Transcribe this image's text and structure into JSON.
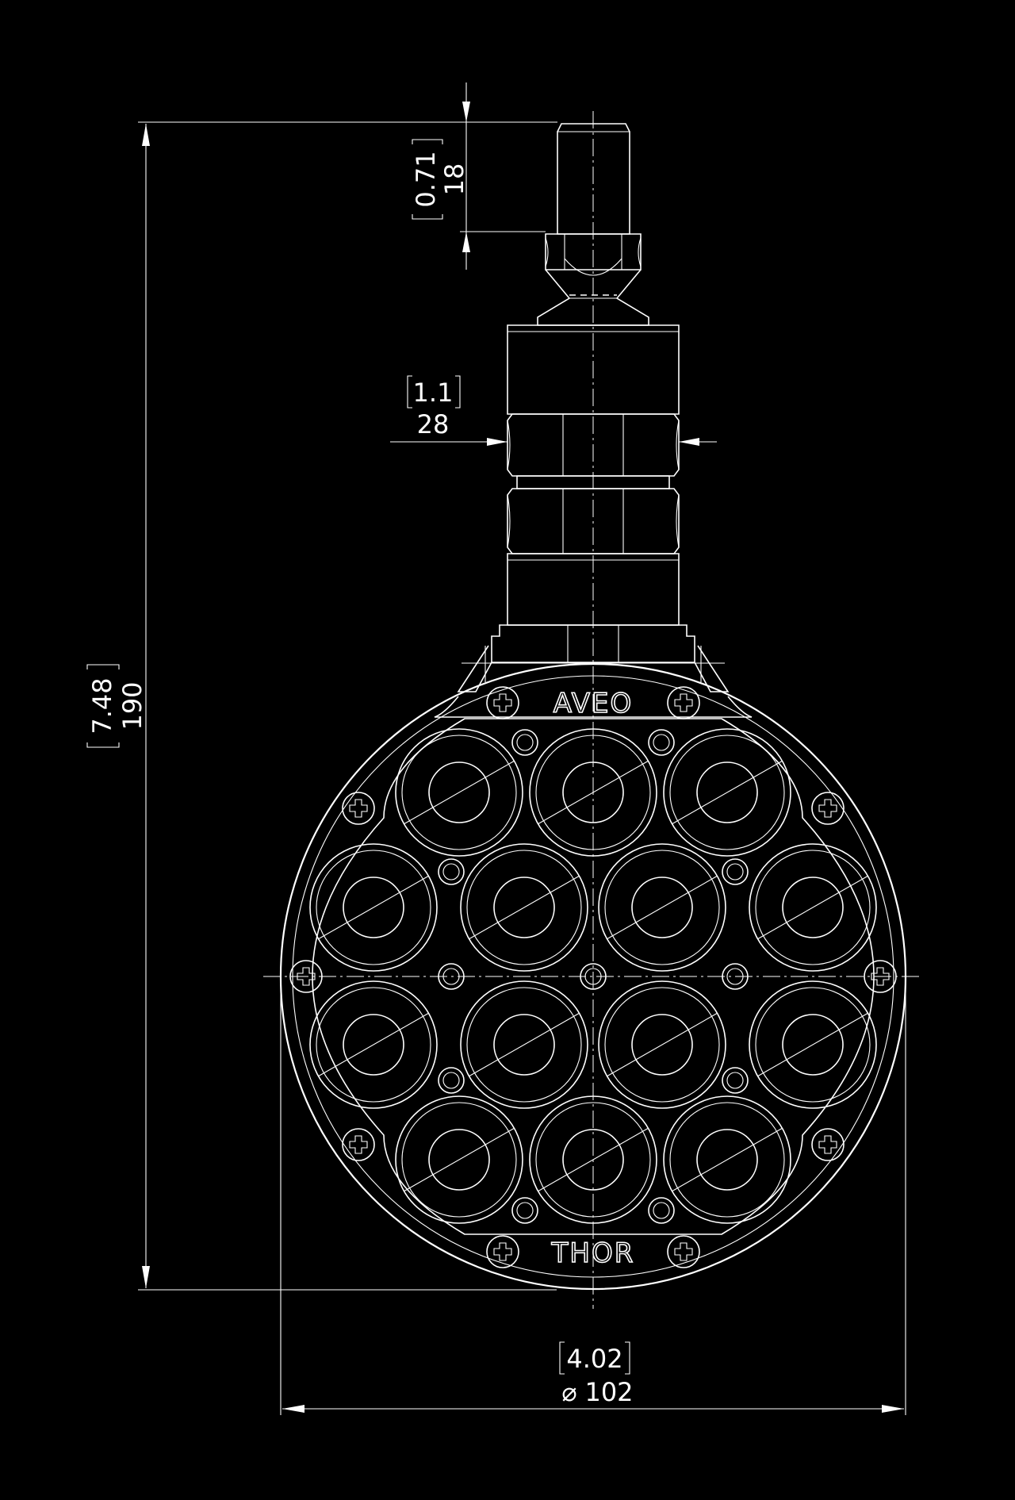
{
  "dimensions": {
    "overall_height": {
      "imperial": "7.48",
      "metric": "190"
    },
    "stem_length": {
      "imperial": "0.71",
      "metric": "18"
    },
    "hex_across_flats": {
      "imperial": "1.1",
      "metric": "28"
    },
    "body_diameter": {
      "imperial": "4.02",
      "symbol": "⌀",
      "metric": "102"
    }
  },
  "labels": {
    "top_brand": "AVEO",
    "bottom_brand": "THOR"
  },
  "colors": {
    "background": "#000000",
    "lines": "#ffffff"
  }
}
